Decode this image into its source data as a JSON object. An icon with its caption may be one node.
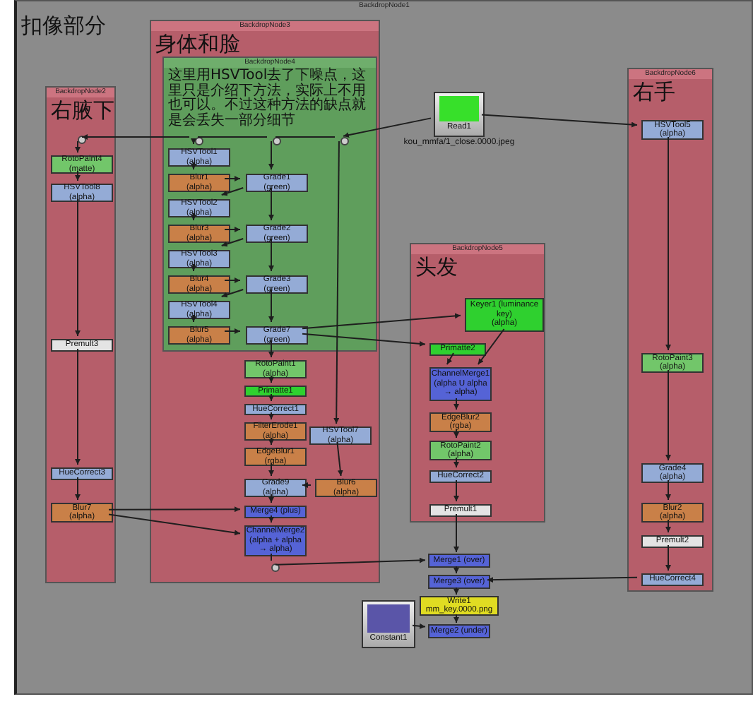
{
  "diagram": {
    "nodes": [
      {
        "text": [
          "BackdropNode1",
          "扣像部分"
        ]
      },
      {
        "text": [
          "BackdropNode3",
          "身体和脸"
        ],
        "in": 0
      },
      {
        "text": [
          "BackdropNode4",
          "这里用HSVTool去了下噪点，这里只是介绍下方法，实际上不用也可以。不过这种方法的缺点就是会丢失一部分细节"
        ],
        "in": 1
      },
      {
        "text": [
          "BackdropNode2",
          "右腋下"
        ],
        "in": 0
      },
      {
        "text": [
          "BackdropNode5",
          "头发"
        ],
        "in": 0
      },
      {
        "text": [
          "BackdropNode6",
          "右手"
        ],
        "in": 0
      },
      {
        "text": [
          "Read1"
        ],
        "in": 0,
        "beside": [
          "kou_mmfa/1_close.0000.jpeg"
        ]
      },
      {
        "text": [],
        "shape": "circle",
        "in": 3
      },
      {
        "text": [],
        "shape": "circle",
        "in": 2
      },
      {
        "text": [],
        "shape": "circle",
        "in": 2
      },
      {
        "text": [],
        "shape": "circle",
        "in": 2
      },
      {
        "text": [
          "RotoPaint4",
          "(matte)"
        ],
        "in": 3
      },
      {
        "text": [
          "HSVTool8",
          "(alpha)"
        ],
        "in": 3
      },
      {
        "text": [
          "Premult3"
        ],
        "in": 3
      },
      {
        "text": [
          "HueCorrect3"
        ],
        "in": 3
      },
      {
        "text": [
          "Blur7",
          "(alpha)"
        ],
        "in": 3
      },
      {
        "text": [
          "HSVTool1",
          "(alpha)"
        ],
        "in": 2
      },
      {
        "text": [
          "Blur1",
          "(alpha)"
        ],
        "in": 2
      },
      {
        "text": [
          "Grade1",
          "(green)"
        ],
        "in": 2
      },
      {
        "text": [
          "HSVTool2",
          "(alpha)"
        ],
        "in": 2
      },
      {
        "text": [
          "Blur3",
          "(alpha)"
        ],
        "in": 2
      },
      {
        "text": [
          "Grade2",
          "(green)"
        ],
        "in": 2
      },
      {
        "text": [
          "HSVTool3",
          "(alpha)"
        ],
        "in": 2
      },
      {
        "text": [
          "Blur4",
          "(alpha)"
        ],
        "in": 2
      },
      {
        "text": [
          "Grade3",
          "(green)"
        ],
        "in": 2
      },
      {
        "text": [
          "HSVTool4",
          "(alpha)"
        ],
        "in": 2
      },
      {
        "text": [
          "Blur5",
          "(alpha)"
        ],
        "in": 2
      },
      {
        "text": [
          "Grade7",
          "(green)"
        ],
        "in": 2
      },
      {
        "text": [
          "RotoPaint1",
          "(alpha)"
        ],
        "in": 1
      },
      {
        "text": [
          "Primatte1"
        ],
        "in": 1
      },
      {
        "text": [
          "HueCorrect1"
        ],
        "in": 1
      },
      {
        "text": [
          "FilterErode1",
          "(alpha)"
        ],
        "in": 1
      },
      {
        "text": [
          "EdgeBlur1",
          "(rgba)"
        ],
        "in": 1
      },
      {
        "text": [
          "HSVTool7",
          "(alpha)"
        ],
        "in": 1
      },
      {
        "text": [
          "Blur6",
          "(alpha)"
        ],
        "in": 1
      },
      {
        "text": [
          "Grade9",
          "(alpha)"
        ],
        "in": 1
      },
      {
        "text": [
          "Merge4 (plus)"
        ],
        "in": 1
      },
      {
        "text": [
          "ChannelMerge2",
          "(alpha + alpha → alpha)"
        ],
        "in": 1
      },
      {
        "text": [],
        "shape": "circle",
        "in": 1
      },
      {
        "text": [
          "Keyer1 (luminance key)",
          "(alpha)"
        ],
        "in": 4
      },
      {
        "text": [
          "Primatte2"
        ],
        "in": 4
      },
      {
        "text": [
          "ChannelMerge1",
          "(alpha U alpha → alpha)"
        ],
        "in": 4
      },
      {
        "text": [
          "EdgeBlur2",
          "(rgba)"
        ],
        "in": 4
      },
      {
        "text": [
          "RotoPaint2",
          "(alpha)"
        ],
        "in": 4
      },
      {
        "text": [
          "HueCorrect2"
        ],
        "in": 4
      },
      {
        "text": [
          "Premult1"
        ],
        "in": 4
      },
      {
        "text": [
          "HSVTool5",
          "(alpha)"
        ],
        "in": 5
      },
      {
        "text": [
          "RotoPaint3",
          "(alpha)"
        ],
        "in": 5
      },
      {
        "text": [
          "Grade4",
          "(alpha)"
        ],
        "in": 5
      },
      {
        "text": [
          "Blur2",
          "(alpha)"
        ],
        "in": 5
      },
      {
        "text": [
          "Premult2"
        ],
        "in": 5
      },
      {
        "text": [
          "HueCorrect4"
        ],
        "in": 5
      },
      {
        "text": [
          "Merge1 (over)"
        ],
        "in": 0
      },
      {
        "text": [
          "Merge3 (over)"
        ],
        "in": 0
      },
      {
        "text": [
          "Write1",
          "mm_key.0000.png"
        ],
        "in": 0
      },
      {
        "text": [
          "Merge2 (under)"
        ],
        "in": 0
      },
      {
        "text": [
          "Constant1"
        ],
        "in": 0
      }
    ],
    "edges": [
      {
        "from": 6,
        "to": 10,
        "arrow": "to"
      },
      {
        "from": 10,
        "to": 9,
        "arrow": "none"
      },
      {
        "from": 9,
        "to": 8,
        "arrow": "none"
      },
      {
        "from": 8,
        "to": 7,
        "arrow": "to"
      },
      {
        "from": 6,
        "to": 46,
        "arrow": "to"
      },
      {
        "from": 7,
        "to": 11,
        "arrow": "to"
      },
      {
        "from": 11,
        "to": 12,
        "arrow": "to"
      },
      {
        "from": 12,
        "to": 13,
        "arrow": "to"
      },
      {
        "from": 13,
        "to": 14,
        "arrow": "to"
      },
      {
        "from": 14,
        "to": 15,
        "arrow": "to"
      },
      {
        "from": 8,
        "to": 16,
        "arrow": "to"
      },
      {
        "from": 16,
        "to": 17,
        "arrow": "to"
      },
      {
        "from": 17,
        "to": 18,
        "arrow": "to"
      },
      {
        "from": 9,
        "to": 18,
        "arrow": "to"
      },
      {
        "from": 18,
        "to": 19,
        "arrow": "to"
      },
      {
        "from": 19,
        "to": 20,
        "arrow": "to"
      },
      {
        "from": 20,
        "to": 21,
        "arrow": "to"
      },
      {
        "from": 18,
        "to": 21,
        "arrow": "to"
      },
      {
        "from": 21,
        "to": 22,
        "arrow": "to"
      },
      {
        "from": 22,
        "to": 23,
        "arrow": "to"
      },
      {
        "from": 23,
        "to": 24,
        "arrow": "to"
      },
      {
        "from": 21,
        "to": 24,
        "arrow": "to"
      },
      {
        "from": 24,
        "to": 25,
        "arrow": "to"
      },
      {
        "from": 25,
        "to": 26,
        "arrow": "to"
      },
      {
        "from": 26,
        "to": 27,
        "arrow": "to"
      },
      {
        "from": 24,
        "to": 27,
        "arrow": "to"
      },
      {
        "from": 27,
        "to": 28,
        "arrow": "to"
      },
      {
        "from": 28,
        "to": 29,
        "arrow": "to"
      },
      {
        "from": 29,
        "to": 30,
        "arrow": "to"
      },
      {
        "from": 30,
        "to": 31,
        "arrow": "to"
      },
      {
        "from": 31,
        "to": 32,
        "arrow": "to"
      },
      {
        "from": 32,
        "to": 35,
        "arrow": "to"
      },
      {
        "from": 10,
        "to": 33,
        "arrow": "to"
      },
      {
        "from": 33,
        "to": 34,
        "arrow": "to"
      },
      {
        "from": 34,
        "to": 35,
        "arrow": "to"
      },
      {
        "from": 35,
        "to": 36,
        "arrow": "to"
      },
      {
        "from": 15,
        "to": 36,
        "arrow": "to"
      },
      {
        "from": 36,
        "to": 37,
        "arrow": "to"
      },
      {
        "from": 15,
        "to": 37,
        "arrow": "to"
      },
      {
        "from": 37,
        "to": 38,
        "arrow": "none"
      },
      {
        "from": 38,
        "to": 52,
        "arrow": "to"
      },
      {
        "from": 27,
        "to": 39,
        "arrow": "to"
      },
      {
        "from": 27,
        "to": 40,
        "arrow": "to"
      },
      {
        "from": 39,
        "to": 41,
        "arrow": "to"
      },
      {
        "from": 40,
        "to": 41,
        "arrow": "to"
      },
      {
        "from": 41,
        "to": 42,
        "arrow": "to"
      },
      {
        "from": 42,
        "to": 43,
        "arrow": "to"
      },
      {
        "from": 43,
        "to": 44,
        "arrow": "to"
      },
      {
        "from": 44,
        "to": 45,
        "arrow": "to"
      },
      {
        "from": 45,
        "to": 52,
        "arrow": "to"
      },
      {
        "from": 46,
        "to": 47,
        "arrow": "to"
      },
      {
        "from": 47,
        "to": 48,
        "arrow": "to"
      },
      {
        "from": 48,
        "to": 49,
        "arrow": "to"
      },
      {
        "from": 49,
        "to": 50,
        "arrow": "to"
      },
      {
        "from": 50,
        "to": 51,
        "arrow": "to"
      },
      {
        "from": 51,
        "to": 53,
        "arrow": "to"
      },
      {
        "from": 52,
        "to": 53,
        "arrow": "to"
      },
      {
        "from": 53,
        "to": 54,
        "arrow": "to"
      },
      {
        "from": 54,
        "to": 55,
        "arrow": "to"
      },
      {
        "from": 56,
        "to": 55,
        "arrow": "to"
      }
    ]
  }
}
